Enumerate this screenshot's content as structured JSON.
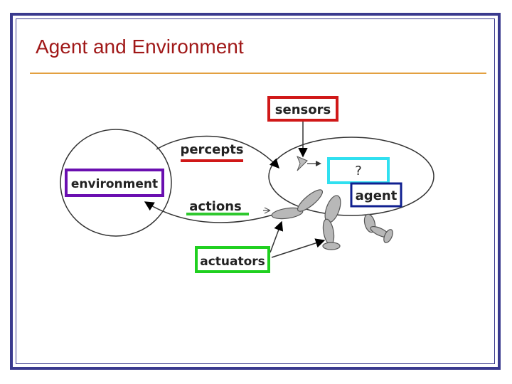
{
  "slide": {
    "title": "Agent and Environment"
  },
  "diagram": {
    "labels": {
      "environment": "environment",
      "percepts": "percepts",
      "actions": "actions",
      "sensors": "sensors",
      "actuators": "actuators",
      "agent": "agent",
      "question": "?"
    },
    "colors": {
      "title": "#a01818",
      "title_rule": "#e3a040",
      "frame": "#3a3a8e",
      "sensors_box": "#d01818",
      "percepts_underline": "#d01818",
      "environment_box": "#6a0fb0",
      "actions_underline": "#2ec82e",
      "actuators_box": "#20d020",
      "question_box": "#30e0f0",
      "agent_box": "#102090"
    }
  }
}
